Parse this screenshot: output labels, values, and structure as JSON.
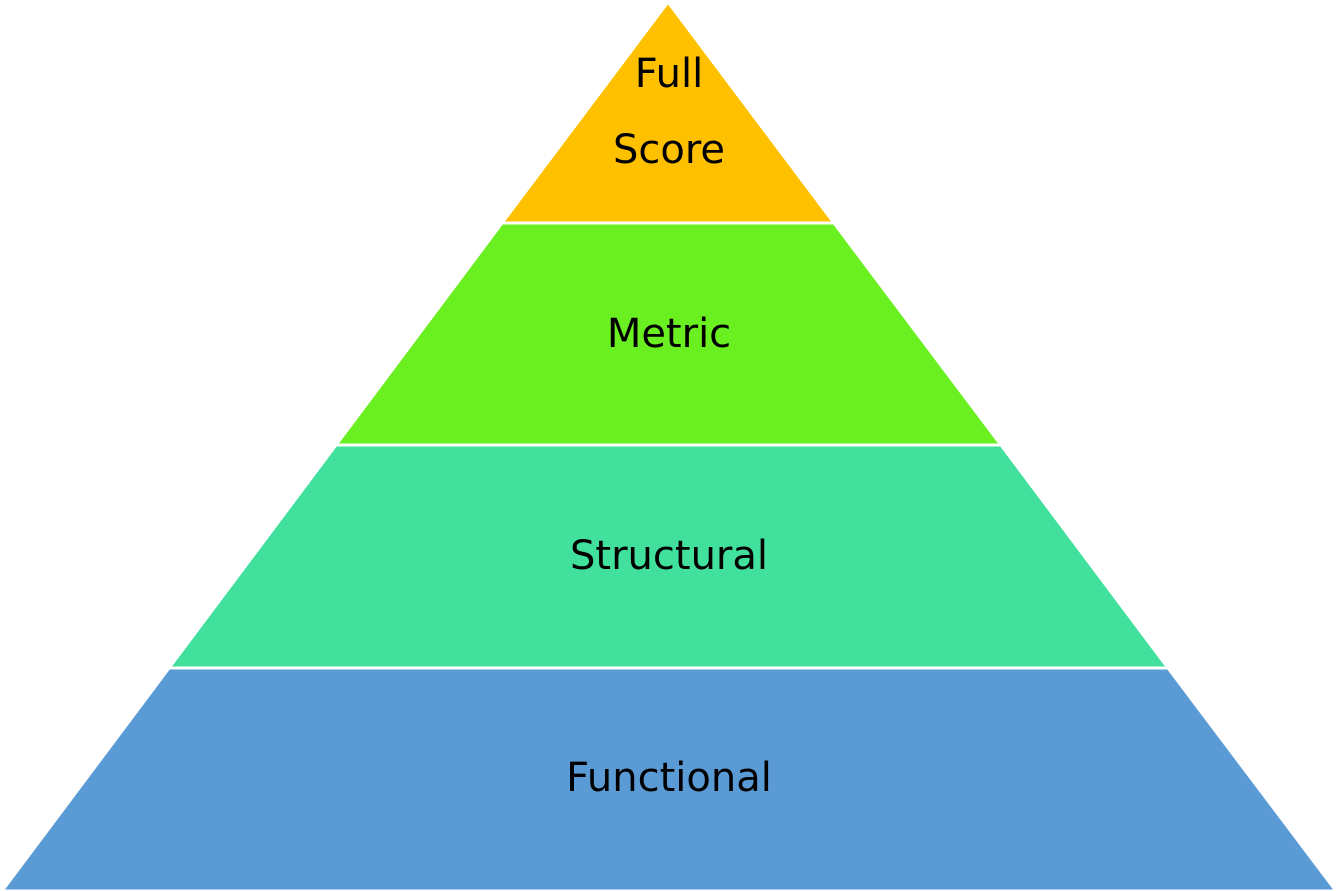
{
  "pyramid": {
    "tiers": [
      {
        "label_lines": [
          "Full",
          "Score"
        ],
        "color": "#ffc000"
      },
      {
        "label_lines": [
          "Metric"
        ],
        "color": "#6aef20"
      },
      {
        "label_lines": [
          "Structural"
        ],
        "color": "#41e09c"
      },
      {
        "label_lines": [
          "Functional"
        ],
        "color": "#5b9bd5"
      }
    ]
  }
}
